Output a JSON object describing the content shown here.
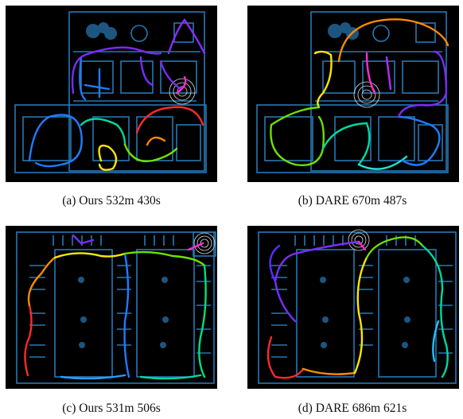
{
  "panels": [
    {
      "id": "a",
      "caption": "(a) Ours 532m 430s"
    },
    {
      "id": "b",
      "caption": "(b) DARE 670m 487s"
    },
    {
      "id": "c",
      "caption": "(c) Ours 531m 506s"
    },
    {
      "id": "d",
      "caption": "(d) DARE 686m 621s"
    }
  ],
  "colors": {
    "wall": "#2a86c8",
    "background": "#000000",
    "trajectory_gradient": [
      "#ff2a2a",
      "#ff8a00",
      "#ffe600",
      "#6fe000",
      "#00d8a0",
      "#1e7cff",
      "#7a2cff",
      "#ff2ad6"
    ]
  }
}
